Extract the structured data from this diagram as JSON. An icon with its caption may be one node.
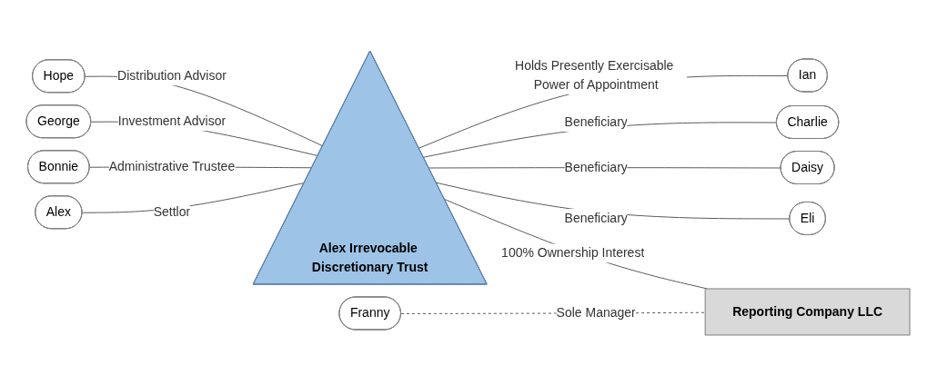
{
  "diagram": {
    "nodes": [
      {
        "text": [
          "Hope"
        ]
      },
      {
        "text": [
          "George"
        ]
      },
      {
        "text": [
          "Bonnie"
        ]
      },
      {
        "text": [
          "Alex"
        ]
      },
      {
        "text": [
          "Franny"
        ]
      },
      {
        "text": [
          "Ian"
        ]
      },
      {
        "text": [
          "Charlie"
        ]
      },
      {
        "text": [
          "Daisy"
        ]
      },
      {
        "text": [
          "Eli"
        ]
      },
      {
        "text": [
          "Alex Irrevocable Discretionary Trust"
        ]
      },
      {
        "text": [
          "Reporting Company LLC"
        ]
      }
    ],
    "edges": [
      {
        "from": 0,
        "to": 9,
        "arrow": "none",
        "label": "Distribution Advisor"
      },
      {
        "from": 1,
        "to": 9,
        "arrow": "none",
        "label": "Investment Advisor"
      },
      {
        "from": 2,
        "to": 9,
        "arrow": "none",
        "label": "Administrative Trustee"
      },
      {
        "from": 3,
        "to": 9,
        "arrow": "none",
        "label": "Settlor"
      },
      {
        "from": 9,
        "to": 5,
        "arrow": "none",
        "label": "Holds Presently Exercisable Power of Appointment"
      },
      {
        "from": 9,
        "to": 6,
        "arrow": "none",
        "label": "Beneficiary"
      },
      {
        "from": 9,
        "to": 7,
        "arrow": "none",
        "label": "Beneficiary"
      },
      {
        "from": 9,
        "to": 8,
        "arrow": "none",
        "label": "Beneficiary"
      },
      {
        "from": 9,
        "to": 10,
        "arrow": "none",
        "label": "100% Ownership Interest"
      },
      {
        "from": 4,
        "to": 10,
        "arrow": "none",
        "label": "Sole Manager",
        "style": "dashed"
      }
    ]
  }
}
